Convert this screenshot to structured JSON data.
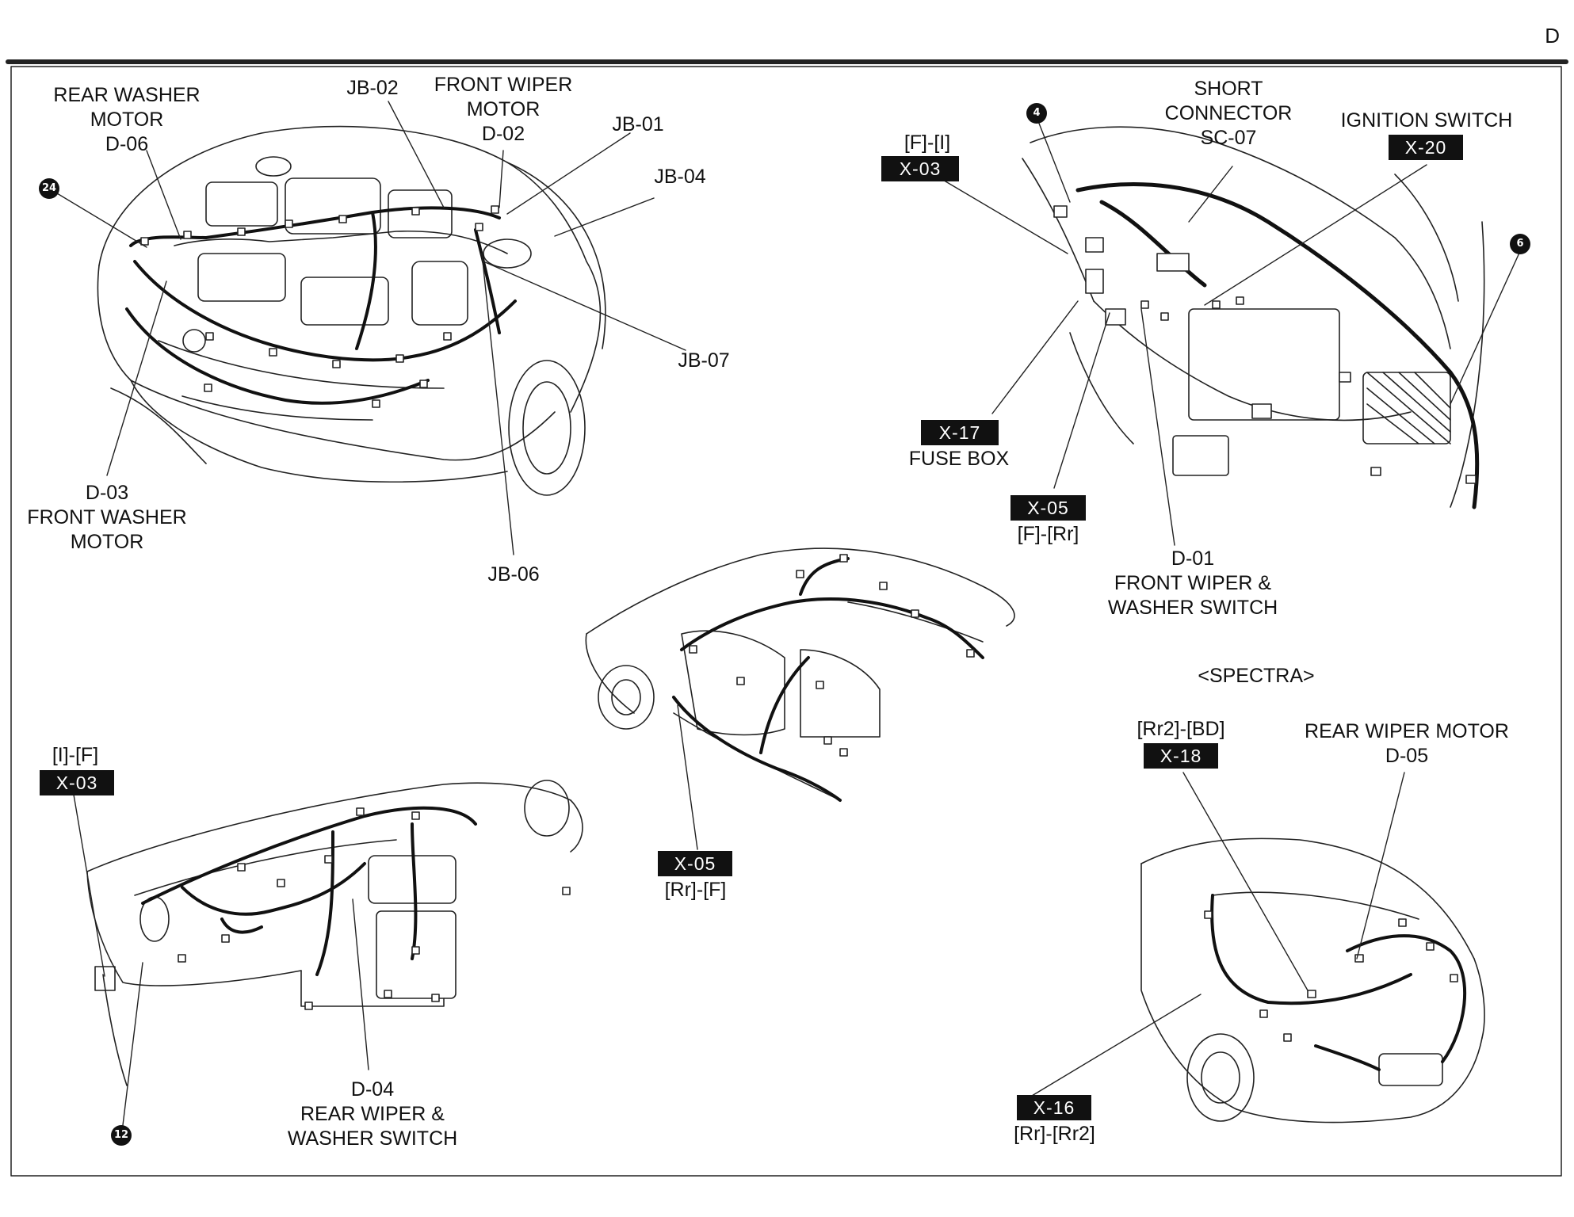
{
  "page": {
    "letter": "D"
  },
  "bubbles": [
    "24",
    "4",
    "6",
    "12"
  ],
  "labels": {
    "rear_washer_motor": "REAR WASHER\nMOTOR\nD-06",
    "jb02": "JB-02",
    "front_wiper_motor": "FRONT WIPER\nMOTOR\nD-02",
    "jb01": "JB-01",
    "jb04": "JB-04",
    "jb07": "JB-07",
    "jb06": "JB-06",
    "front_washer_motor": "D-03\nFRONT WASHER\nMOTOR",
    "fi_top": "[F]-[I]",
    "short_connector": "SHORT\nCONNECTOR\nSC-07",
    "ignition_switch": "IGNITION SWITCH",
    "fuse_box": "FUSE BOX",
    "frr": "[F]-[Rr]",
    "front_wiper_washer_switch": "D-01\nFRONT WIPER &\nWASHER SWITCH",
    "spectra": "<SPECTRA>",
    "if_left": "[I]-[F]",
    "rrf": "[Rr]-[F]",
    "rr2bd": "[Rr2]-[BD]",
    "rear_wiper_motor": "REAR WIPER MOTOR\nD-05",
    "rear_wiper_washer_switch": "D-04\nREAR WIPER &\nWASHER SWITCH",
    "rrrr2": "[Rr]-[Rr2]"
  },
  "tags": {
    "x03_top": "X-03",
    "x20": "X-20",
    "x17": "X-17",
    "x05_top": "X-05",
    "x03_left": "X-03",
    "x05_mid": "X-05",
    "x18": "X-18",
    "x16": "X-16"
  }
}
